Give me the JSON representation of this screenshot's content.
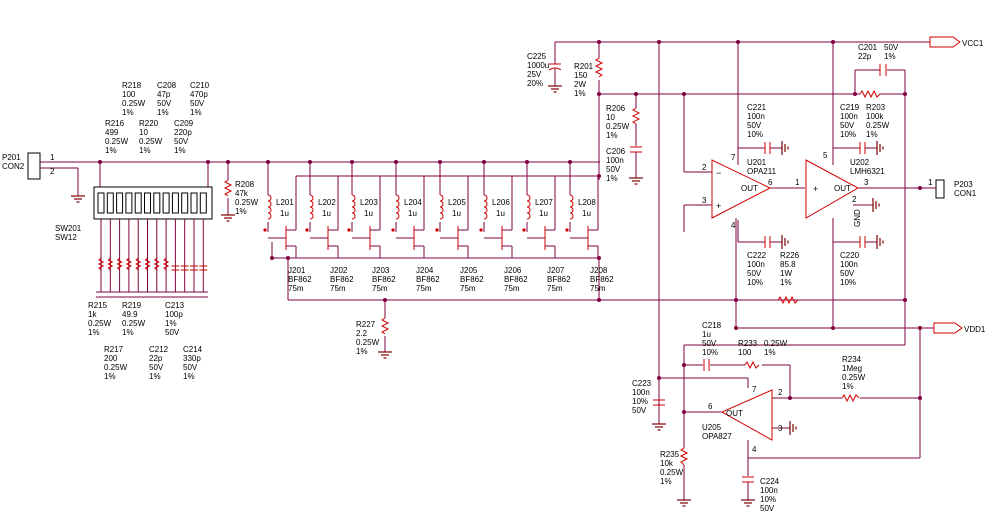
{
  "nets": {
    "vcc": "VCC1",
    "vdd": "VDD1"
  },
  "connectors": {
    "p201": {
      "ref": "P201",
      "name": "CON2",
      "pin1": "1",
      "pin2": "2"
    },
    "p203": {
      "ref": "P203",
      "name": "CON1",
      "pin1": "1"
    }
  },
  "switch": {
    "ref": "SW201",
    "name": "SW12"
  },
  "top_parts": [
    {
      "ref": "R218",
      "lines": [
        "100",
        "0.25W",
        "1%"
      ]
    },
    {
      "ref": "C208",
      "lines": [
        "47p",
        "50V",
        "1%"
      ]
    },
    {
      "ref": "C210",
      "lines": [
        "470p",
        "50V",
        "1%"
      ]
    },
    {
      "ref": "R216",
      "lines": [
        "499",
        "0.25W",
        "1%"
      ]
    },
    {
      "ref": "R220",
      "lines": [
        "10",
        "0.25W",
        "1%"
      ]
    },
    {
      "ref": "C209",
      "lines": [
        "220p",
        "50V",
        "1%"
      ]
    }
  ],
  "bottom_parts": [
    {
      "ref": "R215",
      "lines": [
        "1k",
        "0.25W",
        "1%"
      ]
    },
    {
      "ref": "R219",
      "lines": [
        "49.9",
        "0.25W",
        "1%"
      ]
    },
    {
      "ref": "C213",
      "lines": [
        "100p",
        "1%",
        "50V"
      ]
    },
    {
      "ref": "R217",
      "lines": [
        "200",
        "0.25W",
        "1%"
      ]
    },
    {
      "ref": "C212",
      "lines": [
        "22p",
        "50V",
        "1%"
      ]
    },
    {
      "ref": "C214",
      "lines": [
        "330p",
        "50V",
        "1%"
      ]
    }
  ],
  "r208": {
    "ref": "R208",
    "lines": [
      "47k",
      "0.25W",
      "1%"
    ]
  },
  "inductors": [
    {
      "ref": "L201",
      "val": "1u"
    },
    {
      "ref": "L202",
      "val": "1u"
    },
    {
      "ref": "L203",
      "val": "1u"
    },
    {
      "ref": "L204",
      "val": "1u"
    },
    {
      "ref": "L205",
      "val": "1u"
    },
    {
      "ref": "L206",
      "val": "1u"
    },
    {
      "ref": "L207",
      "val": "1u"
    },
    {
      "ref": "L208",
      "val": "1u"
    }
  ],
  "jfets": [
    {
      "ref": "J201",
      "type": "BF862",
      "info": "75m"
    },
    {
      "ref": "J202",
      "type": "BF862",
      "info": "75m"
    },
    {
      "ref": "J203",
      "type": "BF862",
      "info": "75m"
    },
    {
      "ref": "J204",
      "type": "BF862",
      "info": "75m"
    },
    {
      "ref": "J205",
      "type": "BF862",
      "info": "75m"
    },
    {
      "ref": "J206",
      "type": "BF862",
      "info": "75m"
    },
    {
      "ref": "J207",
      "type": "BF862",
      "info": "75m"
    },
    {
      "ref": "J208",
      "type": "BF862",
      "info": "75m"
    }
  ],
  "r227": {
    "ref": "R227",
    "lines": [
      "2.2",
      "0.25W",
      "1%"
    ]
  },
  "c225": {
    "ref": "C225",
    "lines": [
      "1000u",
      "25V",
      "20%"
    ]
  },
  "r201": {
    "ref": "R201",
    "lines": [
      "150",
      "2W",
      "1%"
    ]
  },
  "r206": {
    "ref": "R206",
    "lines": [
      "10",
      "0.25W",
      "1%"
    ]
  },
  "c206": {
    "ref": "C206",
    "lines": [
      "100n",
      "50V",
      "1%"
    ]
  },
  "c221": {
    "ref": "C221",
    "lines": [
      "100n",
      "50V",
      "10%"
    ]
  },
  "c222": {
    "ref": "C222",
    "lines": [
      "100n",
      "50V",
      "10%"
    ]
  },
  "c201": {
    "ref": "C201",
    "val": "22p",
    "extra": [
      "50V",
      "1%"
    ]
  },
  "r203": {
    "ref": "R203",
    "lines": [
      "100k",
      "0.25W",
      "1%"
    ]
  },
  "c219": {
    "ref": "C219",
    "lines": [
      "100n",
      "50V",
      "10%"
    ]
  },
  "c220": {
    "ref": "C220",
    "lines": [
      "100n",
      "50V",
      "10%"
    ]
  },
  "r226": {
    "ref": "R226",
    "lines": [
      "85.8",
      "1W",
      "1%"
    ]
  },
  "u201": {
    "ref": "U201",
    "name": "OPA211",
    "out": "OUT",
    "pins": [
      "2",
      "3",
      "6",
      "7",
      "4"
    ]
  },
  "u202": {
    "ref": "U202",
    "name": "LMH6321",
    "out": "OUT",
    "gnd": "GND",
    "pins": [
      "1",
      "3",
      "5",
      "2"
    ]
  },
  "c218": {
    "ref": "C218",
    "lines": [
      "1u",
      "50V",
      "10%"
    ]
  },
  "r233": {
    "ref": "R233",
    "val": "100",
    "extra": [
      "0.25W",
      "1%"
    ]
  },
  "r234": {
    "ref": "R234",
    "lines": [
      "1Meg",
      "0.25W",
      "1%"
    ]
  },
  "c223": {
    "ref": "C223",
    "lines": [
      "100n",
      "10%",
      "50V"
    ]
  },
  "u205": {
    "ref": "U205",
    "name": "OPA827",
    "out": "OUT",
    "pins": [
      "6",
      "2",
      "3",
      "7",
      "4"
    ]
  },
  "r235": {
    "ref": "R235",
    "lines": [
      "10k",
      "0.25W",
      "1%"
    ]
  },
  "c224": {
    "ref": "C224",
    "lines": [
      "100n",
      "10%",
      "50V"
    ]
  },
  "colors": {
    "wire": "#800040",
    "component": "#d00000",
    "text": "#000000"
  }
}
